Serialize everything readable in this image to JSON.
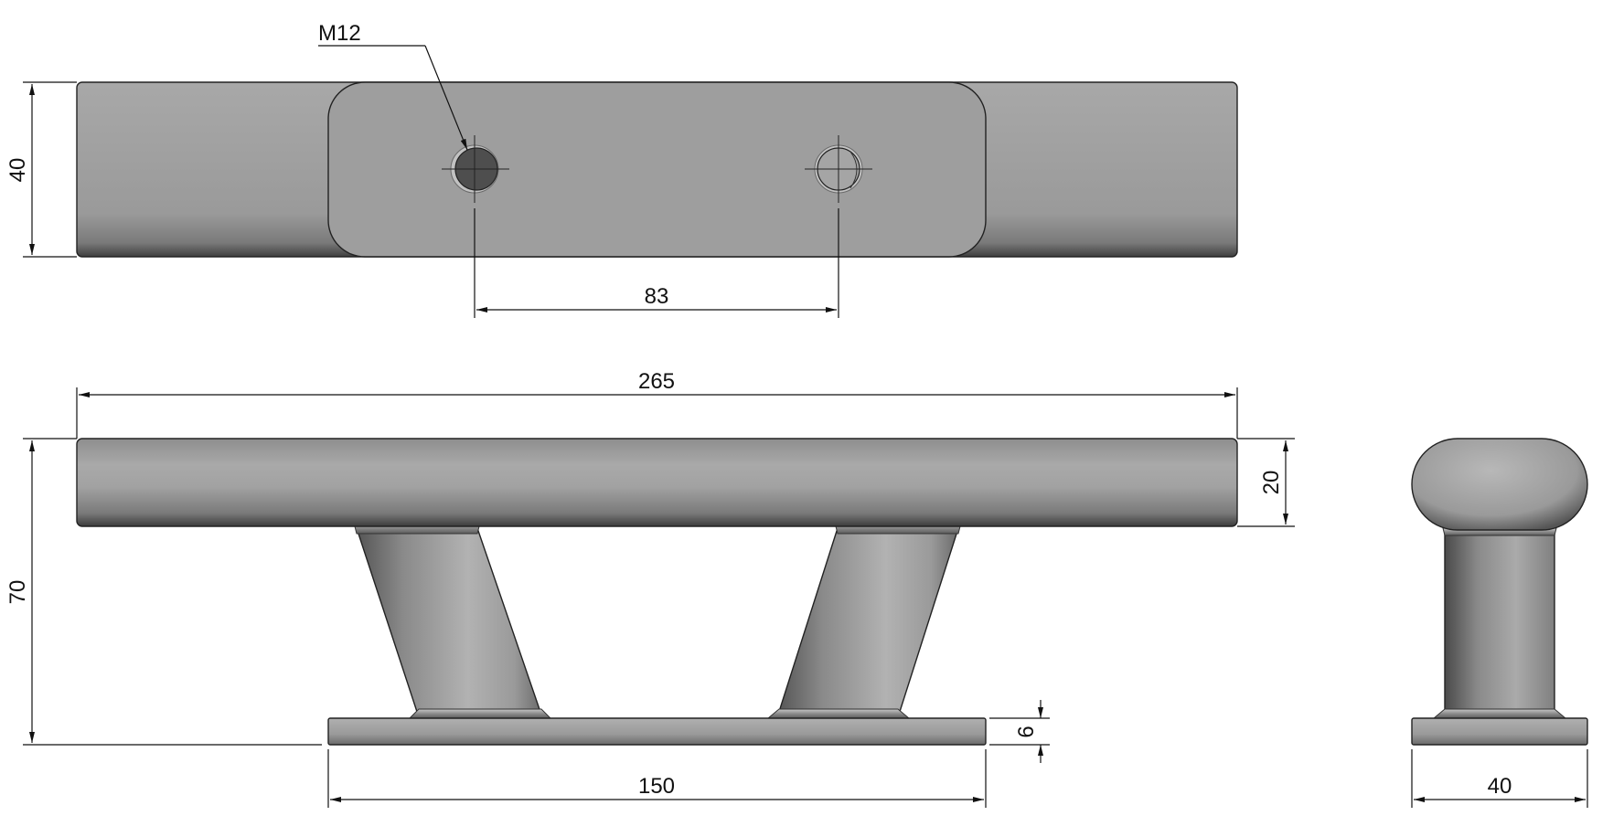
{
  "drawing": {
    "callouts": {
      "thread": "M12"
    },
    "dimensions": {
      "top_height": "40",
      "hole_spacing": "83",
      "overall_length": "265",
      "overall_height": "70",
      "bar_thickness": "20",
      "base_thickness": "6",
      "base_length": "150",
      "side_width": "40"
    },
    "colors": {
      "line": "#111111",
      "part_fill": "#9c9c9c",
      "part_light": "#b4b4b4",
      "part_dark": "#5a5a5a",
      "background": "#ffffff"
    }
  }
}
